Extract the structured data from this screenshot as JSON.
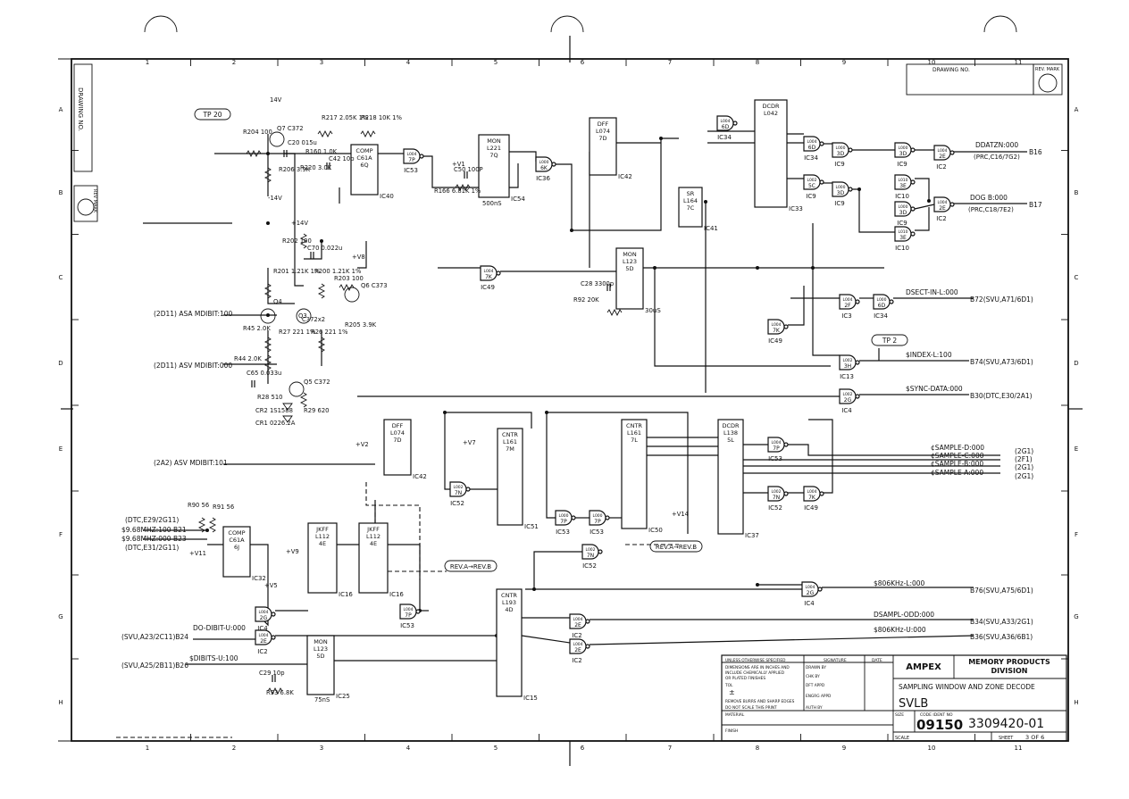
{
  "frame": {
    "cols": [
      "1",
      "2",
      "3",
      "4",
      "5",
      "6",
      "7",
      "8",
      "9",
      "10",
      "11"
    ],
    "rows": [
      "A",
      "B",
      "C",
      "D",
      "E",
      "F",
      "G",
      "H"
    ],
    "drawing_no_label": "DRAWING NO.",
    "rev_mark_label": "REV. MARK",
    "side_drawing_no": "DRAWING NO.",
    "side_rev_mark": "REV MARK"
  },
  "title_block": {
    "company": "AMPEX",
    "division_line1": "MEMORY PRODUCTS",
    "division_line2": "DIVISION",
    "title_line1": "SAMPLING WINDOW AND ZONE DECODE",
    "title_line2": "SVLB",
    "code_ident_label": "CODE IDENT NO",
    "code_ident": "09150",
    "size_label": "SIZE",
    "drawing_number": "3309420-01",
    "scale_label": "SCALE",
    "sheet_label": "SHEET",
    "sheet_value": "3 OF 6",
    "notes": [
      "UNLESS OTHERWISE SPECIFIED",
      "DIMENSIONS ARE IN INCHES AND",
      "INCLUDE CHEMICALLY APPLIED",
      "OR PLATED FINISHES",
      "TOL",
      "REMOVE BURRS AND SHARP EDGES",
      "DO NOT SCALE THIS PRINT",
      "MATERIAL",
      "FINISH"
    ],
    "sig_labels": [
      "SIGNATURE",
      "DATE",
      "DRAWN BY",
      "CHK BY",
      "DFT APPD",
      "ENGRG APPD",
      "AUTH BY"
    ]
  },
  "test_points": [
    "TP 20",
    "TP 2"
  ],
  "chips": [
    {
      "id": "IC53a",
      "lines": [
        "L004",
        "7P"
      ],
      "label": "IC53"
    },
    {
      "id": "IC40",
      "lines": [
        "COMP",
        "C61A",
        "6Q"
      ],
      "label": "IC40"
    },
    {
      "id": "IC54",
      "lines": [
        "MON",
        "L221",
        "7Q"
      ],
      "label": "IC54"
    },
    {
      "id": "IC36",
      "lines": [
        "L000",
        "6K"
      ],
      "label": "IC36"
    },
    {
      "id": "IC42a",
      "lines": [
        "DFF",
        "L074",
        "7D"
      ],
      "label": "IC42"
    },
    {
      "id": "IC41",
      "lines": [
        "SR",
        "L164",
        "7C"
      ],
      "label": "IC41"
    },
    {
      "id": "IC34a",
      "lines": [
        "L004",
        "6D"
      ],
      "label": "IC34"
    },
    {
      "id": "IC33",
      "lines": [
        "DCDR",
        "L042"
      ],
      "label": "IC33"
    },
    {
      "id": "IC34b",
      "lines": [
        "L004",
        "6D"
      ],
      "label": "IC34"
    },
    {
      "id": "IC9a",
      "lines": [
        "L000",
        "3D"
      ],
      "label": "IC9"
    },
    {
      "id": "IC9b",
      "lines": [
        "L002",
        "5C"
      ],
      "label": "IC9"
    },
    {
      "id": "IC9c",
      "lines": [
        "L000",
        "3D"
      ],
      "label": "IC9"
    },
    {
      "id": "IC9d",
      "lines": [
        "L000",
        "3D"
      ],
      "label": "IC9"
    },
    {
      "id": "IC9e",
      "lines": [
        "L000",
        "3D"
      ],
      "label": "IC9"
    },
    {
      "id": "IC10a",
      "lines": [
        "L010",
        "3E"
      ],
      "label": "IC10"
    },
    {
      "id": "IC10b",
      "lines": [
        "L010",
        "3E"
      ],
      "label": "IC10"
    },
    {
      "id": "IC2a",
      "lines": [
        "L004",
        "2E"
      ],
      "label": "IC2"
    },
    {
      "id": "IC2b",
      "lines": [
        "L004",
        "2E"
      ],
      "label": "IC2"
    },
    {
      "id": "IC49a",
      "lines": [
        "L004",
        "7K"
      ],
      "label": "IC49"
    },
    {
      "id": "IC25a",
      "lines": [
        "MON",
        "L123",
        "5D"
      ],
      "label": "30uS"
    },
    {
      "id": "IC3",
      "lines": [
        "L004",
        "2F"
      ],
      "label": "IC3"
    },
    {
      "id": "IC34c",
      "lines": [
        "L000",
        "6D"
      ],
      "label": "IC34"
    },
    {
      "id": "IC49b",
      "lines": [
        "L004",
        "7K"
      ],
      "label": "IC49"
    },
    {
      "id": "IC13",
      "lines": [
        "L002",
        "3H"
      ],
      "label": "IC13"
    },
    {
      "id": "IC4a",
      "lines": [
        "L002",
        "2G"
      ],
      "label": "IC4"
    },
    {
      "id": "IC42b",
      "lines": [
        "DFF",
        "L074",
        "7D"
      ],
      "label": "IC42"
    },
    {
      "id": "IC52a",
      "lines": [
        "L002",
        "7N"
      ],
      "label": "IC52"
    },
    {
      "id": "IC51",
      "lines": [
        "CNTR",
        "L161",
        "7M"
      ],
      "label": "IC51"
    },
    {
      "id": "IC50",
      "lines": [
        "CNTR",
        "L161",
        "7L"
      ],
      "label": "IC50"
    },
    {
      "id": "IC53b",
      "lines": [
        "L000",
        "7P"
      ],
      "label": "IC53"
    },
    {
      "id": "IC53c",
      "lines": [
        "L000",
        "7P"
      ],
      "label": "IC53"
    },
    {
      "id": "IC52b",
      "lines": [
        "L002",
        "7N"
      ],
      "label": "IC52"
    },
    {
      "id": "IC37",
      "lines": [
        "DCDR",
        "L138",
        "5L"
      ],
      "label": "IC37"
    },
    {
      "id": "IC53d",
      "lines": [
        "L004",
        "7P"
      ],
      "label": "IC53"
    },
    {
      "id": "IC52c",
      "lines": [
        "L002",
        "7N"
      ],
      "label": "IC52"
    },
    {
      "id": "IC49c",
      "lines": [
        "L004",
        "7K"
      ],
      "label": "IC49"
    },
    {
      "id": "IC32",
      "lines": [
        "COMP",
        "C61A",
        "6J"
      ],
      "label": "IC32"
    },
    {
      "id": "IC16a",
      "lines": [
        "JKFF",
        "L112",
        "4E"
      ],
      "label": "IC16"
    },
    {
      "id": "IC16b",
      "lines": [
        "JKFF",
        "L112",
        "4E"
      ],
      "label": "IC16"
    },
    {
      "id": "IC4b",
      "lines": [
        "L004",
        "2G"
      ],
      "label": "IC4"
    },
    {
      "id": "IC53e",
      "lines": [
        "L004",
        "7P"
      ],
      "label": "IC53"
    },
    {
      "id": "IC2c",
      "lines": [
        "L004",
        "2E"
      ],
      "label": "IC2"
    },
    {
      "id": "IC25b",
      "lines": [
        "MON",
        "L123",
        "5D"
      ],
      "label": "IC25"
    },
    {
      "id": "IC15",
      "lines": [
        "CNTR",
        "L193",
        "4D"
      ],
      "label": "IC15"
    },
    {
      "id": "IC2d",
      "lines": [
        "L004",
        "2E"
      ],
      "label": "IC2"
    },
    {
      "id": "IC2e",
      "lines": [
        "L004",
        "2E"
      ],
      "label": "IC2"
    },
    {
      "id": "IC4c",
      "lines": [
        "L004",
        "2G"
      ],
      "label": "IC4"
    }
  ],
  "signals": [
    {
      "name": "DDATZN:000",
      "dest": "B16",
      "ref": "(PRC,C16/7G2)"
    },
    {
      "name": "DOG B:000",
      "dest": "B17",
      "ref": "(PRC,C18/7E2)"
    },
    {
      "name": "DSECT-IN-L:000",
      "dest": "B72(SVU,A71/6D1)",
      "ref": ""
    },
    {
      "name": "$INDEX-L:100",
      "dest": "B74(SVU,A73/6D1)",
      "ref": ""
    },
    {
      "name": "$SYNC-DATA:000",
      "dest": "B30(DTC,E30/2A1)",
      "ref": ""
    },
    {
      "name": "¢SAMPLE-D:000",
      "dest": "(2G1)",
      "ref": ""
    },
    {
      "name": "¢SAMPLE-C:000",
      "dest": "(2F1)",
      "ref": ""
    },
    {
      "name": "¢SAMPLE-B:000",
      "dest": "(2G1)",
      "ref": ""
    },
    {
      "name": "¢SAMPLE-A:000",
      "dest": "(2G1)",
      "ref": ""
    },
    {
      "name": "$806KHz-L:000",
      "dest": "B76(SVU,A75/6D1)",
      "ref": ""
    },
    {
      "name": "DSAMPL-ODD:000",
      "dest": "B34(SVU,A33/2G1)",
      "ref": ""
    },
    {
      "name": "$806KHz-U:000",
      "dest": "B36(SVU,A36/6B1)",
      "ref": ""
    }
  ],
  "inputs": [
    "(2D11) ASA MDIBIT:100",
    "(2D11) ASV MDIBIT:000",
    "(2A2) ASV MDIBIT:101",
    "(DTC,E29/2G11)",
    "$9.68MHZ:100 B21",
    "$9.68MHZ:000 B23",
    "(DTC,E31/2G11)",
    "(SVU,A23/2C11)B24",
    "DO-DIBIT-U:000",
    "(SVU,A25/2B11)B26",
    "$DIBITS-U:100"
  ],
  "rev_notes": [
    "REV.A→REV.B",
    "REV.A→REV.B"
  ],
  "components": [
    "R204 100",
    "Q7 C372",
    "C20 015u",
    "R217 2.05K 1%",
    "R218 10K 1%",
    "R160 1.0K",
    "R220 3.0K",
    "C42 10p",
    "R206 3.9K",
    "R166 6.81K 1%",
    "C50 100P",
    "500nS",
    "R202 100",
    "C70 0.022u",
    "R201 1.21K 1%",
    "R200 1.21K 1%",
    "R203 100",
    "Q6 C373",
    "Q4",
    "Q3",
    "C372x2",
    "R205 3.9K",
    "R45 2.0K",
    "R27 221 1%",
    "R26 221 1%",
    "R44 2.0K",
    "C65 0.033u",
    "R28 510",
    "CR2 1S1588",
    "Q5 C372",
    "R29 620",
    "CR1 0226.2A",
    "C28 3300p",
    "R92 20K",
    "R90 56",
    "R91 56",
    "C29 10p",
    "R93 6.8K",
    "75nS",
    "14V",
    "-14V",
    "+14V",
    "+V8",
    "+V7",
    "+V9",
    "+V1",
    "+V2",
    "+V5",
    "+V11",
    "+V14"
  ]
}
